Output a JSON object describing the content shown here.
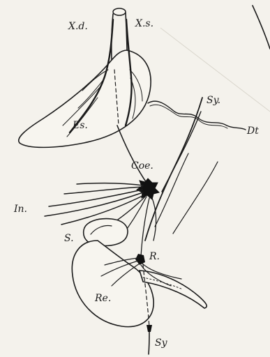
{
  "labels": {
    "vagus_dexter": "X.d.",
    "vagus_sinister": "X.s.",
    "esophagus_stomach": "Es.",
    "sympathetic_upper": "Sy.",
    "duct": "Dt",
    "coeliac_ganglion": "Coe.",
    "intestine": "In.",
    "spleen": "S.",
    "renal_ganglion": "R.",
    "rectum": "Re.",
    "sympathetic_lower": "Sy"
  },
  "colors": {
    "ink": "#1b1b1b",
    "paper": "#f4f2ec"
  }
}
